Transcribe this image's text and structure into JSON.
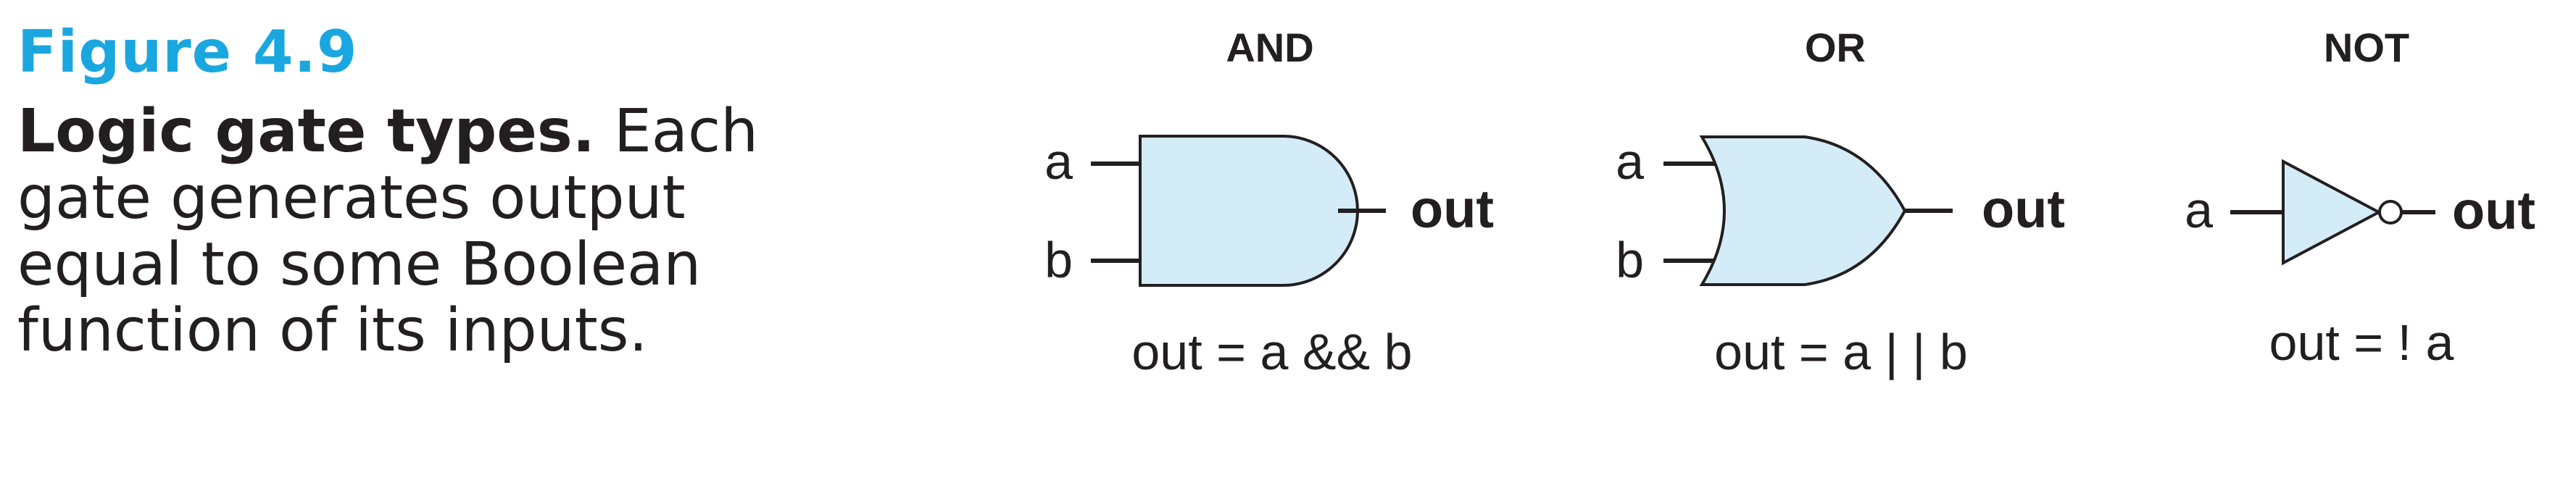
{
  "caption": {
    "figure_label": "Figure 4.9",
    "bold_lead": "Logic gate types.",
    "body_text": "Each gate generates output equal to some Boolean function of its inputs."
  },
  "gates": [
    {
      "title": "AND",
      "input_a": "a",
      "input_b": "b",
      "output": "out",
      "expression": "out = a && b"
    },
    {
      "title": "OR",
      "input_a": "a",
      "input_b": "b",
      "output": "out",
      "expression": "out = a | | b"
    },
    {
      "title": "NOT",
      "input_a": "a",
      "output": "out",
      "expression": "out = ! a"
    }
  ],
  "colors": {
    "figure_label": "#1aa7e0",
    "gate_fill": "#d4ecf8",
    "stroke": "#231f20",
    "text": "#231f20"
  }
}
